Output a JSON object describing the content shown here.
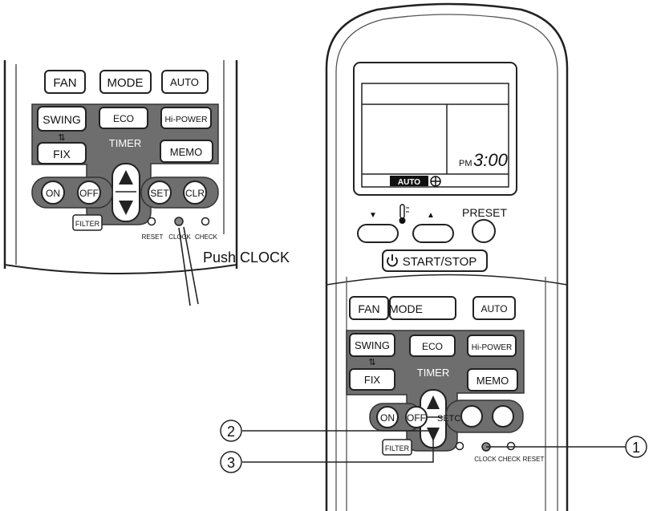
{
  "left_panel": {
    "buttons": {
      "fan": "FAN",
      "mode": "MODE",
      "auto": "AUTO",
      "swing": "SWING",
      "swing_fix_mark": "⇅",
      "fix": "FIX",
      "eco": "ECO",
      "timer": "TIMER",
      "hi_power": "Hi-POWER",
      "memo": "MEMO",
      "on": "ON",
      "off": "OFF",
      "set": "SET",
      "clr": "CLR",
      "filter": "FILTER"
    },
    "small_labels": {
      "reset": "RESET",
      "clock": "CLOCK",
      "check": "CHECK"
    },
    "callout": "Push CLOCK"
  },
  "remote": {
    "display": {
      "ampm": "PM",
      "time": "3:00",
      "mode": "AUTO"
    },
    "temp_down": "▼",
    "temp_up": "▲",
    "preset": "PRESET",
    "start_stop": "START/STOP",
    "buttons": {
      "fan": "FAN",
      "mode": "MODE",
      "auto": "AUTO",
      "swing": "SWING",
      "swing_fix_mark": "⇅",
      "fix": "FIX",
      "eco": "ECO",
      "timer": "TIMER",
      "hi_power": "Hi-POWER",
      "memo": "MEMO",
      "on": "ON",
      "off": "OFF",
      "set": "SET",
      "clr": "CLR",
      "filter": "FILTER"
    },
    "small_labels": {
      "clock": "CLOCK",
      "check": "CHECK",
      "reset": "RESET"
    }
  },
  "callouts": {
    "c1": "1",
    "c2": "2",
    "c3": "3"
  }
}
